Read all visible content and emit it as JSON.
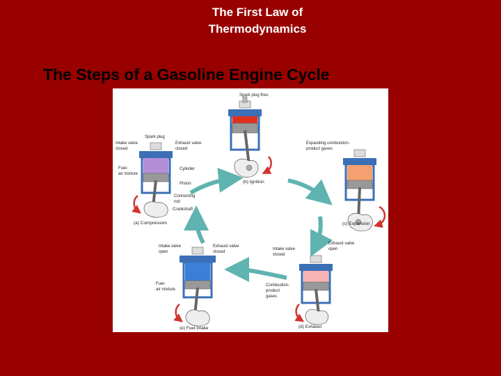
{
  "slide": {
    "title_line1": "The First Law of",
    "title_line2": "Thermodynamics",
    "heading": "The Steps of a Gasoline Engine Cycle"
  },
  "figure": {
    "labels": {
      "spark_plug_fires": "Spark plug fires",
      "spark_plug": "Spark plug",
      "intake_valve_closed_l1": "Intake valve",
      "intake_valve_closed_l2": "closed",
      "exhaust_valve_closed_l1": "Exhaust valve",
      "exhaust_valve_closed_l2": "closed",
      "fuel_air_l1": "Fuel-",
      "fuel_air_l2": "air mixture",
      "cylinder": "Cylinder",
      "piston": "Piston",
      "connecting_rod_l1": "Connecting",
      "connecting_rod_l2": "rod",
      "crankshaft": "Crankshaft",
      "expanding_l1": "Expanding combustion-",
      "expanding_l2": "product gases",
      "exhaust_valve_open_l1": "Exhaust valve",
      "exhaust_valve_open_l2": "open",
      "intake_valve_closed2_l1": "Intake valve",
      "intake_valve_closed2_l2": "closed",
      "combustion_l1": "Combustion-",
      "combustion_l2": "product",
      "combustion_l3": "gases",
      "intake_valve_open_l1": "Intake valve",
      "intake_valve_open_l2": "open",
      "exhaust_valve_closed2_l1": "Exhaust valve",
      "exhaust_valve_closed2_l2": "closed",
      "fuel_air2_l1": "Fuel-",
      "fuel_air2_l2": "air mixture"
    },
    "captions": {
      "ignition": "(b) Ignition",
      "expansion": "(c) Expansion",
      "exhaust": "(d) Exhaust",
      "fuel_intake": "(e) Fuel intake",
      "compression": "(a) Compression"
    },
    "colors": {
      "cylinder_wall": "#3b6fb6",
      "compression_gas": "#b48fd8",
      "ignition_gas": "#e0301e",
      "expansion_gas": "#f4a070",
      "exhaust_gas": "#f7b3b3",
      "intake_gas": "#3a7fd9",
      "cycle_arrow": "#5fb3b0",
      "rotation_arrow": "#d2332f"
    }
  }
}
